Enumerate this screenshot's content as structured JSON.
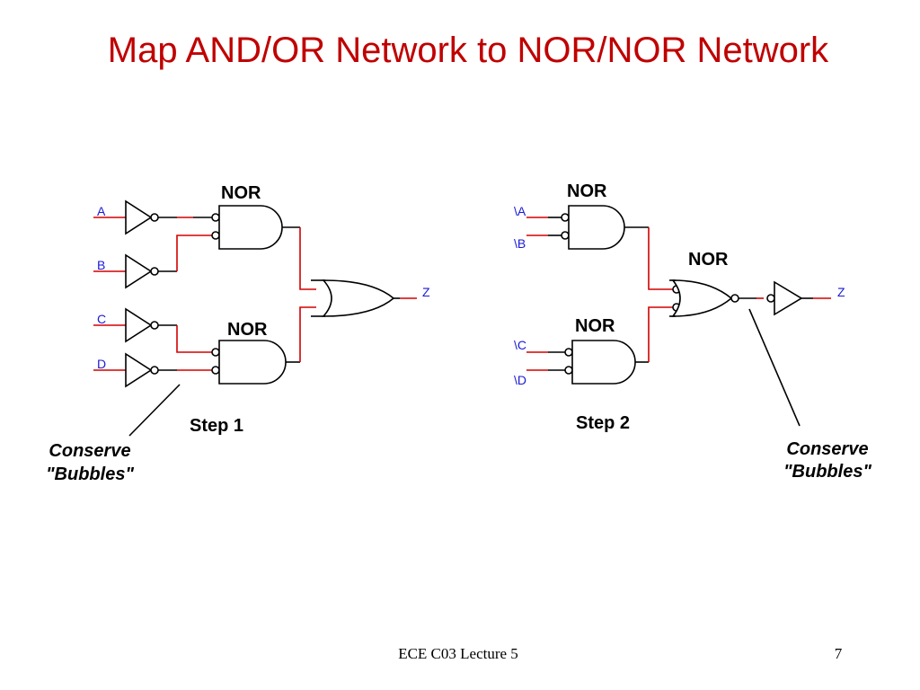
{
  "title": "Map AND/OR Network to NOR/NOR Network",
  "footer": {
    "course": "ECE C03 Lecture 5",
    "page": "7"
  },
  "step1": {
    "inputs": [
      "A",
      "B",
      "C",
      "D"
    ],
    "output": "Z",
    "nor_top_label": "NOR",
    "nor_bottom_label": "NOR",
    "step_label": "Step 1",
    "note_line1": "Conserve",
    "note_line2": "\"Bubbles\""
  },
  "step2": {
    "inputs": [
      "\\A",
      "\\B",
      "\\C",
      "\\D"
    ],
    "output": "Z",
    "nor_top_label": "NOR",
    "nor_bottom_label": "NOR",
    "nor_mid_label": "NOR",
    "step_label": "Step 2",
    "note_line1": "Conserve",
    "note_line2": "\"Bubbles\""
  },
  "colors": {
    "title": "#c00000",
    "signal_label": "#1a1ad6",
    "wire_highlight": "#d40000"
  }
}
